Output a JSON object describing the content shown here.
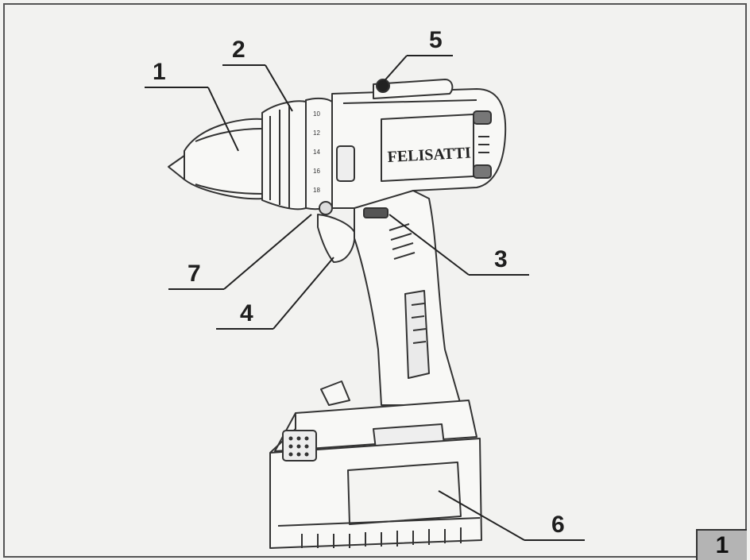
{
  "figure": {
    "brand_text": "FELISATTI",
    "figure_number": "1",
    "chuck_scale": [
      "10",
      "12",
      "14",
      "16",
      "18"
    ],
    "callouts": [
      {
        "id": "1",
        "label": "1"
      },
      {
        "id": "2",
        "label": "2"
      },
      {
        "id": "3",
        "label": "3"
      },
      {
        "id": "4",
        "label": "4"
      },
      {
        "id": "5",
        "label": "5"
      },
      {
        "id": "6",
        "label": "6"
      },
      {
        "id": "7",
        "label": "7"
      }
    ]
  }
}
